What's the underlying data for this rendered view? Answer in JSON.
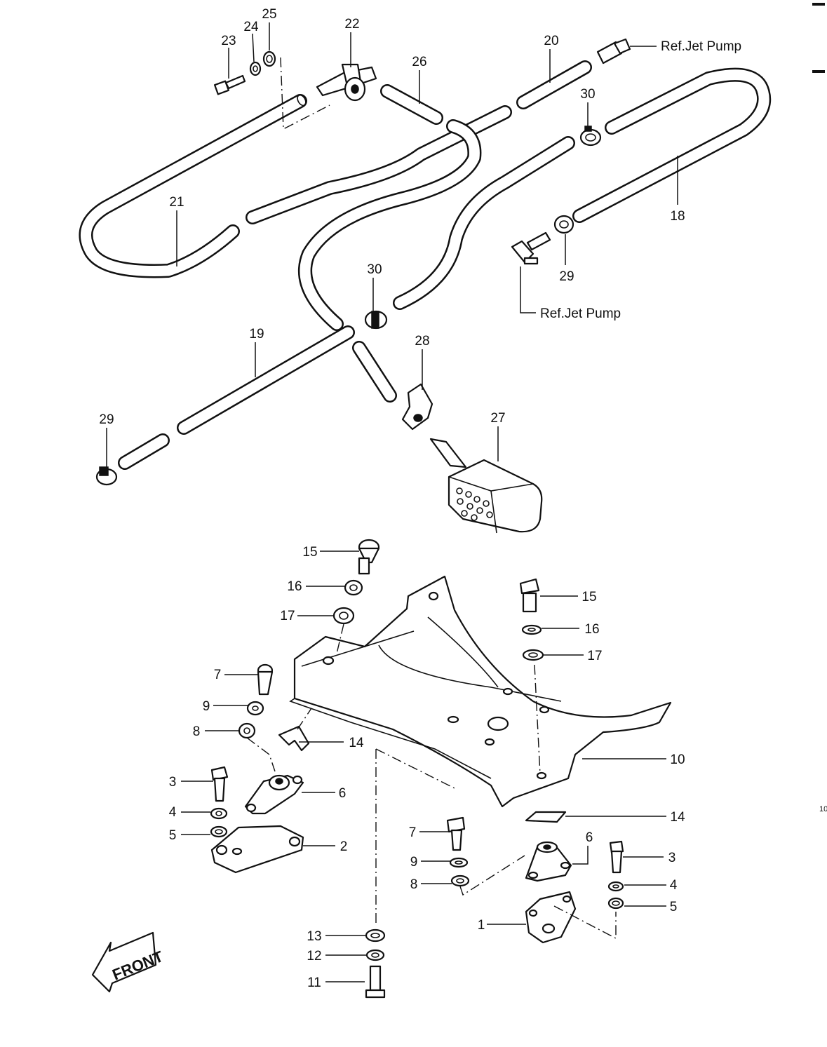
{
  "diagram": {
    "callouts": {
      "c23": "23",
      "c24": "24",
      "c25": "25",
      "c22": "22",
      "c26": "26",
      "c20": "20",
      "c30a": "30",
      "c21": "21",
      "c18": "18",
      "c29a": "29",
      "c30b": "30",
      "c19": "19",
      "c28": "28",
      "c29b": "29",
      "c27": "27",
      "c15a": "15",
      "c16a": "16",
      "c17a": "17",
      "c15b": "15",
      "c16b": "16",
      "c17b": "17",
      "c7a": "7",
      "c9a": "9",
      "c8a": "8",
      "c14a": "14",
      "c10": "10",
      "c3a": "3",
      "c6a": "6",
      "c4a": "4",
      "c5a": "5",
      "c2": "2",
      "c14b": "14",
      "c7b": "7",
      "c6b": "6",
      "c3b": "3",
      "c9b": "9",
      "c4b": "4",
      "c8b": "8",
      "c5b": "5",
      "c1": "1",
      "c13": "13",
      "c12": "12",
      "c11": "11"
    },
    "ref_jet_pump_top": "Ref.Jet Pump",
    "ref_jet_pump_mid": "Ref.Jet Pump",
    "front_label": "FRONT",
    "page_mark": "10"
  }
}
